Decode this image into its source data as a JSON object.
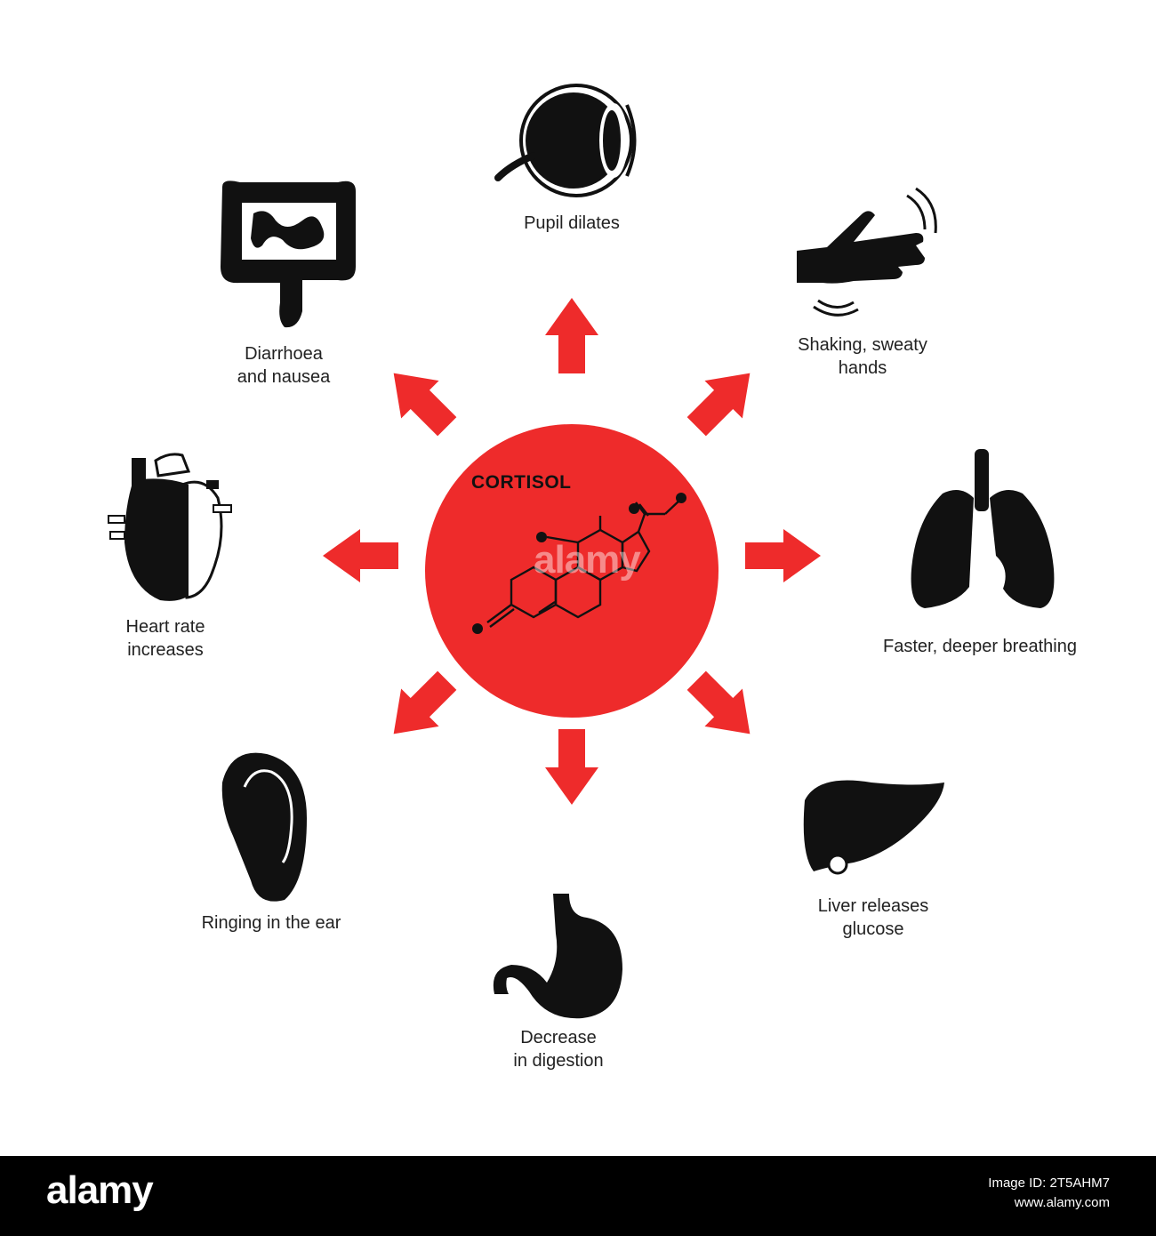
{
  "center": {
    "title": "CORTISOL",
    "circle_color": "#EE2B2B",
    "molecule": "cortisol-structure",
    "watermark": "alamy"
  },
  "arrow_color": "#EE2B2B",
  "effects": {
    "eye": {
      "icon": "eye-icon",
      "lines": [
        "Pupil dilates"
      ]
    },
    "hand": {
      "icon": "hand-icon",
      "lines": [
        "Shaking, sweaty",
        "hands"
      ]
    },
    "lungs": {
      "icon": "lungs-icon",
      "lines": [
        "Faster, deeper breathing"
      ]
    },
    "liver": {
      "icon": "liver-icon",
      "lines": [
        "Liver releases",
        "glucose"
      ]
    },
    "stomach": {
      "icon": "stomach-icon",
      "lines": [
        "Decrease",
        "in digestion"
      ]
    },
    "ear": {
      "icon": "ear-icon",
      "lines": [
        "Ringing in the ear"
      ]
    },
    "heart": {
      "icon": "heart-icon",
      "lines": [
        "Heart rate",
        "increases"
      ]
    },
    "intestines": {
      "icon": "intestines-icon",
      "lines": [
        "Diarrhoea",
        "and nausea"
      ]
    }
  },
  "footer": {
    "logo": "alamy",
    "image_id": "Image ID: 2T5AHM7",
    "site": "www.alamy.com"
  }
}
